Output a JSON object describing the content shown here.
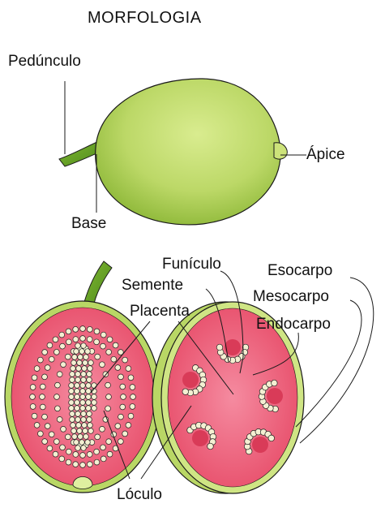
{
  "title": "MORFOLOGIA",
  "labels": {
    "peduncle": "Pedúnculo",
    "apex": "Ápice",
    "base": "Base",
    "funiculus": "Funículo",
    "seed": "Semente",
    "placenta": "Placenta",
    "exocarp": "Esocarpo",
    "mesocarp": "Mesocarpo",
    "endocarp": "Endocarpo",
    "locule": "Lóculo"
  },
  "colors": {
    "peel": "#b5d65a",
    "peel_dark": "#7fae2e",
    "flesh": "#ee4f6a",
    "flesh_inner": "#f26e86",
    "seed": "#f4efd2",
    "outline": "#1a1a1a"
  }
}
